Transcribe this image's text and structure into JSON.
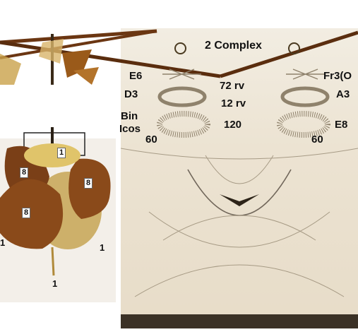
{
  "right_panel": {
    "title": "2 Complex",
    "labels": {
      "e6": "E6",
      "fr3": "Fr3(O",
      "d3": "D3",
      "a3": "A3",
      "bin": "Bin",
      "icos": "Icos",
      "e8": "E8",
      "left_60": "60",
      "right_60": "60",
      "rv72": "72 rv",
      "rv12": "12 rv",
      "n120": "120"
    }
  },
  "left_panel": {
    "labels": {
      "top_center": "1",
      "upper_left": "8",
      "upper_right": "8",
      "lower_left": "8",
      "left_edge": "1",
      "right_edge": "1",
      "bottom": "1"
    }
  },
  "colors": {
    "rod": "#6b3612",
    "leaf": "#8a4a1a",
    "paper": "#f0e9dc"
  }
}
